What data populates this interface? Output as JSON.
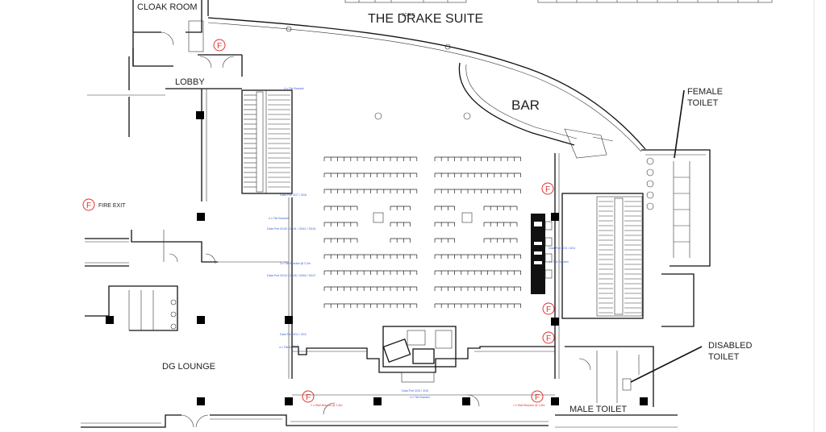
{
  "rooms": {
    "cloak_room": "CLOAK ROOM",
    "drake_suite": "THE DRAKE SUITE",
    "scale": "SCALE",
    "lobby": "LOBBY",
    "bar": "BAR",
    "female_toilet": [
      "FEMALE",
      "TOILET"
    ],
    "fire_exit": "FIRE EXIT",
    "dg_lounge": "DG LOUNGE",
    "disabled_toilet": [
      "DISABLED",
      "TOILET"
    ],
    "male_toilet": "MALE TOILET"
  },
  "fire_marker": "F",
  "tiny_labels": {
    "t1": "4 x Tile Bracket",
    "t2": "Data Port 3G7 / 3G8",
    "t3": "4 x Tile Bracket",
    "t4": "Data Port 3G40 / 3G41 / 3G42 / 3G43",
    "t5": "4 x Tile Bracket @ 2.2m",
    "t6": "Data Port 3G44 / 3G45 / 3G46 / 3G47",
    "t7": "Data Port 3G3 / 3G4",
    "t8": "4 x Tile Bracket",
    "t9": "Data Port 3G1 / 3G2",
    "t10": "4 x Tile Bracket",
    "t11": "1 x Wall Bracket @ 1.8m",
    "t12": "1 x Wall Bracket @ 1.8m",
    "t13": "Data Port 3G5 / 3G6",
    "t14": "4 x Tile Bracket"
  },
  "colors": {
    "fire": "#e03030",
    "annotation": "#3a5fd9",
    "wall": "#111111"
  }
}
